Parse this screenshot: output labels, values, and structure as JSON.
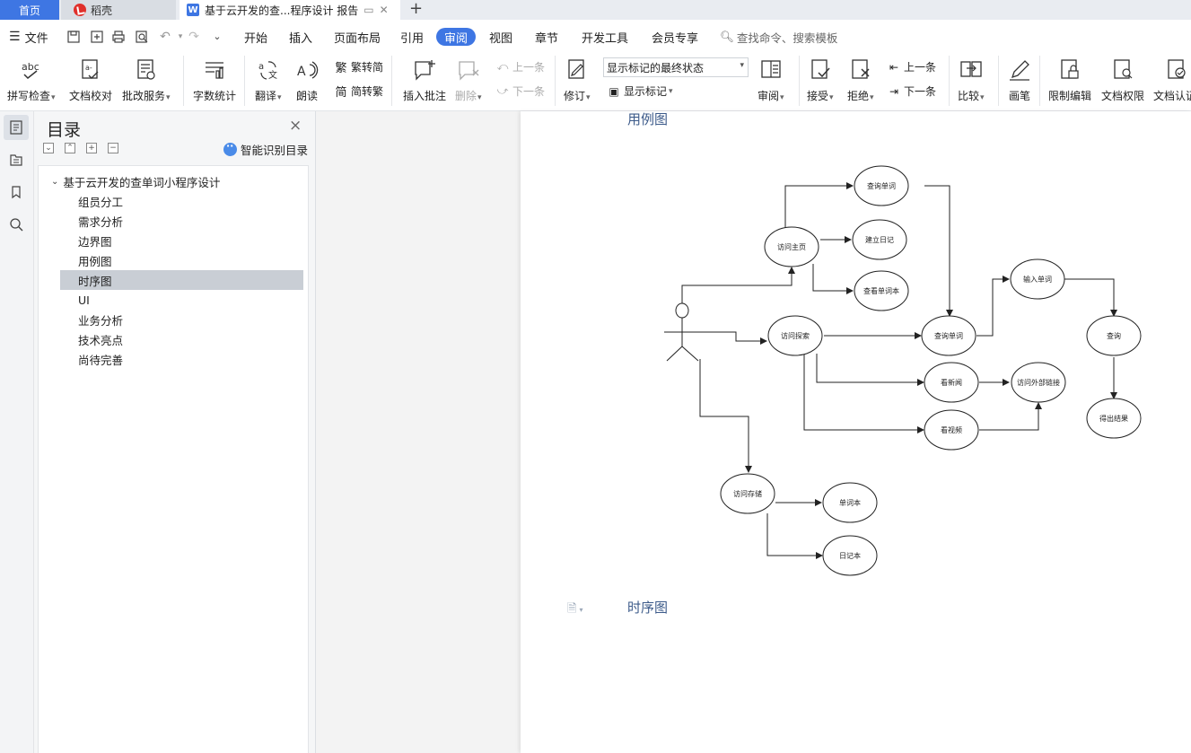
{
  "tabs": {
    "home": "首页",
    "daoke": "稻壳",
    "doc": "基于云开发的查...程序设计 报告",
    "add": "+"
  },
  "menu": {
    "file": "文件",
    "items": [
      "开始",
      "插入",
      "页面布局",
      "引用",
      "审阅",
      "视图",
      "章节",
      "开发工具",
      "会员专享"
    ],
    "search": "查找命令、搜索模板"
  },
  "ribbon": {
    "spell": "拼写检查",
    "proofread": "文档校对",
    "correction": "批改服务",
    "wordcount": "字数统计",
    "translate": "翻译",
    "read_aloud": "朗读",
    "to_traditional": "繁转简",
    "to_simplified": "简转繁",
    "insert_comment": "插入批注",
    "delete": "删除",
    "prev": "上一条",
    "next": "下一条",
    "track": "修订",
    "markup_state": "显示标记的最终状态",
    "show_markup": "显示标记",
    "review": "审阅",
    "accept": "接受",
    "reject": "拒绝",
    "prev2": "上一条",
    "next2": "下一条",
    "compare": "比较",
    "pen": "画笔",
    "restrict": "限制编辑",
    "permission": "文档权限",
    "certify": "文档认证"
  },
  "toc": {
    "title": "目录",
    "close": "×",
    "smart": "智能识别目录",
    "root": "基于云开发的查单词小程序设计",
    "items": [
      "组员分工",
      "需求分析",
      "边界图",
      "用例图",
      "时序图",
      "UI",
      "业务分析",
      "技术亮点",
      "尚待完善"
    ],
    "selected_index": 4
  },
  "document": {
    "heading_usecase": "用例图",
    "heading_sequence": "时序图",
    "diagram_nodes": {
      "visit_home": "访问主页",
      "query_word_top": "查询单词",
      "build_diary": "建立日记",
      "view_wordbook": "查看单词本",
      "visit_explore": "访问探索",
      "query_word_mid": "查询单词",
      "input_word": "输入单词",
      "query": "查询",
      "get_result": "得出结果",
      "view_news": "看新闻",
      "visit_external": "访问外部链接",
      "watch_video": "看视频",
      "visit_storage": "访问存储",
      "wordbook": "单词本",
      "diary": "日记本"
    }
  },
  "colors": {
    "accent": "#3e76e3",
    "heading": "#3d5b8a",
    "toc_selected": "#c9ced5"
  }
}
